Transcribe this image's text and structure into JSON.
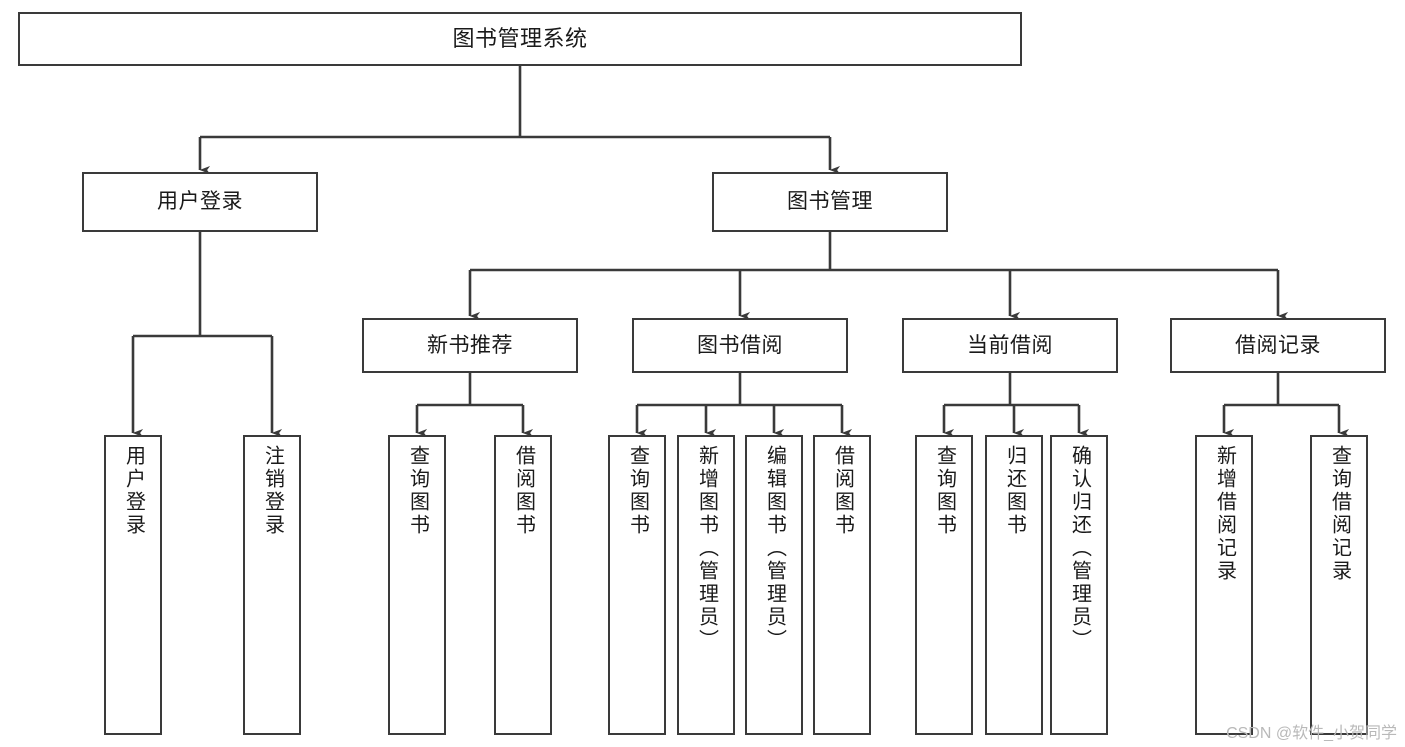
{
  "diagram": {
    "title": "图书管理系统",
    "type": "tree-hierarchy",
    "stroke_color": "#3a3a3a",
    "fill_color": "#ffffff",
    "text_color": "#1a1a1a"
  },
  "watermark": {
    "text": "CSDN @软件_小贺同学",
    "color": "#b9b9b9"
  },
  "nodes": {
    "root": {
      "label": "图书管理系统"
    },
    "level1": [
      {
        "id": "user-login",
        "label": "用户登录"
      },
      {
        "id": "book-manage",
        "label": "图书管理"
      }
    ],
    "level2": [
      {
        "id": "new-book-recommend",
        "label": "新书推荐"
      },
      {
        "id": "book-borrow",
        "label": "图书借阅"
      },
      {
        "id": "current-borrow",
        "label": "当前借阅"
      },
      {
        "id": "borrow-record",
        "label": "借阅记录"
      }
    ],
    "leaves": {
      "user_login": [
        {
          "id": "leaf-user-login",
          "label": "用户登录"
        },
        {
          "id": "leaf-logout-login",
          "label": "注销登录"
        }
      ],
      "new_book_recommend": [
        {
          "id": "leaf-query-book-1",
          "label": "查询图书"
        },
        {
          "id": "leaf-borrow-book-1",
          "label": "借阅图书"
        }
      ],
      "book_borrow": [
        {
          "id": "leaf-query-book-2",
          "label": "查询图书"
        },
        {
          "id": "leaf-add-book-admin",
          "label": "新增图书（管理员）"
        },
        {
          "id": "leaf-edit-book-admin",
          "label": "编辑图书（管理员）"
        },
        {
          "id": "leaf-borrow-book-2",
          "label": "借阅图书"
        }
      ],
      "current_borrow": [
        {
          "id": "leaf-query-book-3",
          "label": "查询图书"
        },
        {
          "id": "leaf-return-book",
          "label": "归还图书"
        },
        {
          "id": "leaf-confirm-return-admin",
          "label": "确认归还（管理员）"
        }
      ],
      "borrow_record": [
        {
          "id": "leaf-add-borrow-record",
          "label": "新增借阅记录"
        },
        {
          "id": "leaf-query-borrow-record",
          "label": "查询借阅记录"
        }
      ]
    }
  }
}
